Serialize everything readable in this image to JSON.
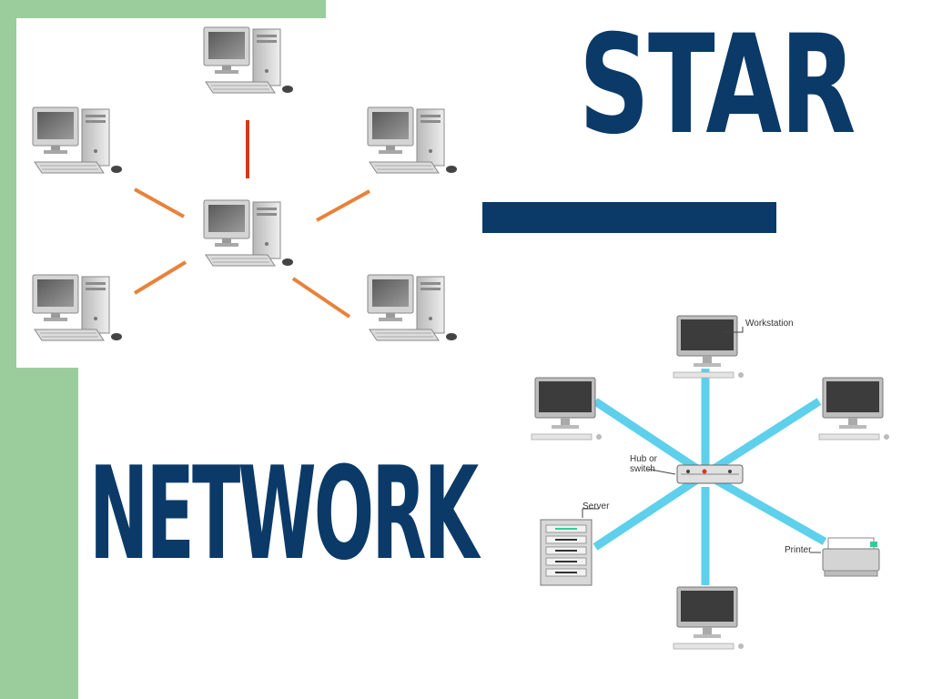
{
  "colors": {
    "title": "#0b3a68",
    "green": "#9bcc9b",
    "orange_link": "#e8823a",
    "red_link": "#d23a1e",
    "cyan_link": "#5fd0ec"
  },
  "titles": {
    "top": "STAR",
    "bottom": "NETWORK"
  },
  "diagram": {
    "workstation_label": "Workstation",
    "hub_label_line1": "Hub or",
    "hub_label_line2": "switch",
    "server_label": "Server",
    "printer_label": "Printer"
  }
}
